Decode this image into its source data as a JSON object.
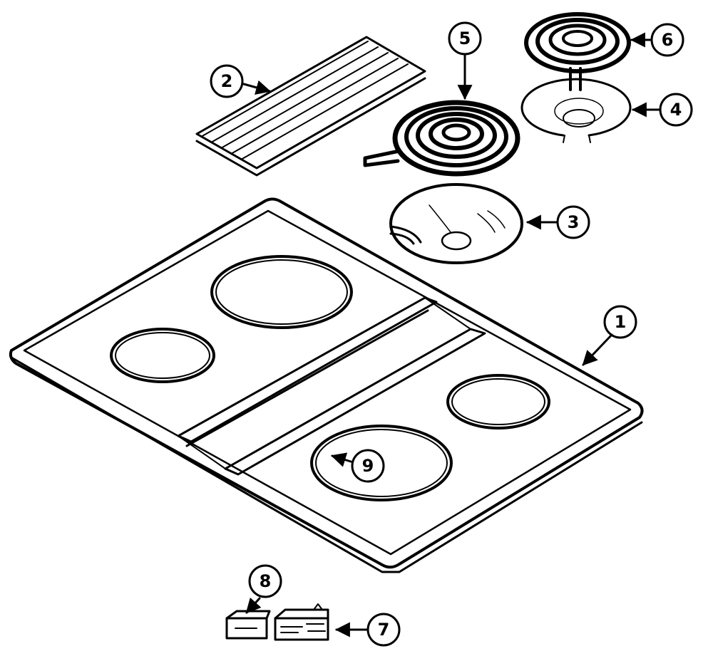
{
  "colors": {
    "ink": "#000000",
    "paper": "#ffffff"
  },
  "callouts": [
    {
      "id": "1",
      "label": "1"
    },
    {
      "id": "2",
      "label": "2"
    },
    {
      "id": "3",
      "label": "3"
    },
    {
      "id": "4",
      "label": "4"
    },
    {
      "id": "5",
      "label": "5"
    },
    {
      "id": "6",
      "label": "6"
    },
    {
      "id": "7",
      "label": "7"
    },
    {
      "id": "8",
      "label": "8"
    },
    {
      "id": "9",
      "label": "9"
    }
  ]
}
